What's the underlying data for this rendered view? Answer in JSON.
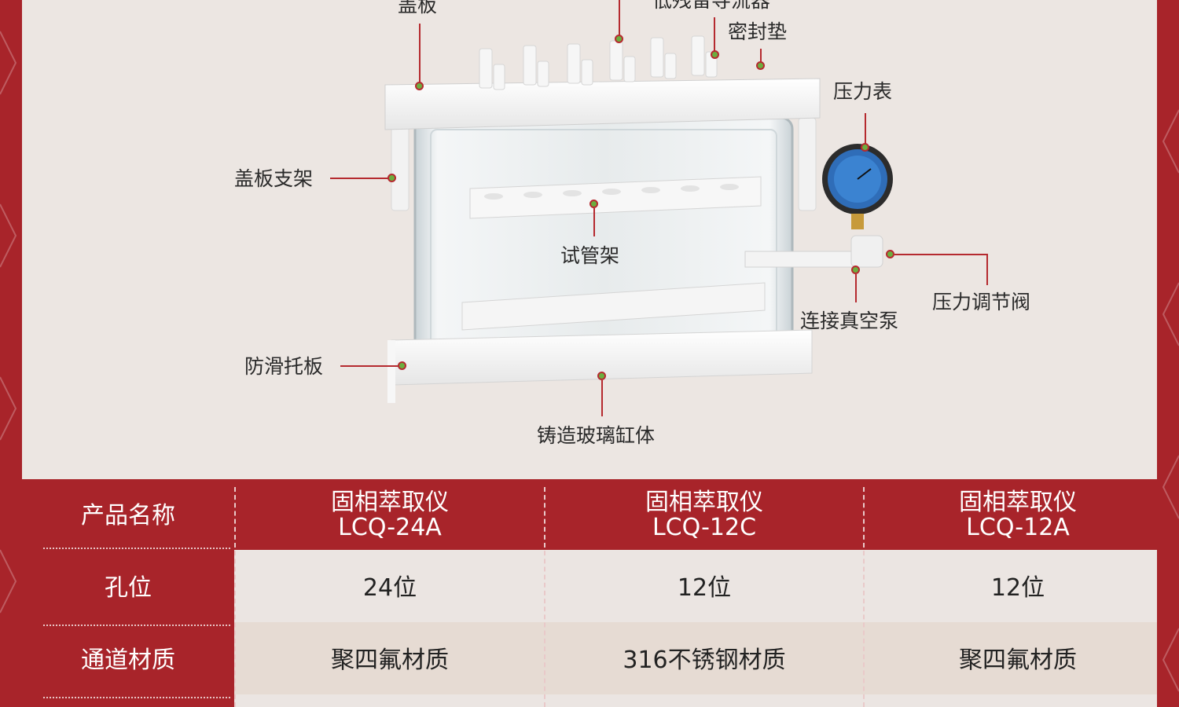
{
  "labels": {
    "cover": "盖板",
    "low_residue_diverter": "低残留导流器",
    "gasket": "密封垫",
    "gauge": "压力表",
    "cover_support": "盖板支架",
    "tube_rack": "试管架",
    "regulator_valve": "压力调节阀",
    "vacuum_connect": "连接真空泵",
    "nonslip_tray": "防滑托板",
    "glass_tank": "铸造玻璃缸体"
  },
  "table": {
    "row_labels": [
      "产品名称",
      "孔位",
      "通道材质"
    ],
    "products": [
      {
        "name": "固相萃取仪",
        "model": "LCQ-24A",
        "positions": "24位",
        "material": "聚四氟材质"
      },
      {
        "name": "固相萃取仪",
        "model": "LCQ-12C",
        "positions": "12位",
        "material": "316不锈钢材质"
      },
      {
        "name": "固相萃取仪",
        "model": "LCQ-12A",
        "positions": "12位",
        "material": "聚四氟材质"
      }
    ]
  },
  "colors": {
    "brand_red": "#a8242a",
    "photo_bg": "#ece6e2",
    "dot_green": "#6cae3f"
  }
}
